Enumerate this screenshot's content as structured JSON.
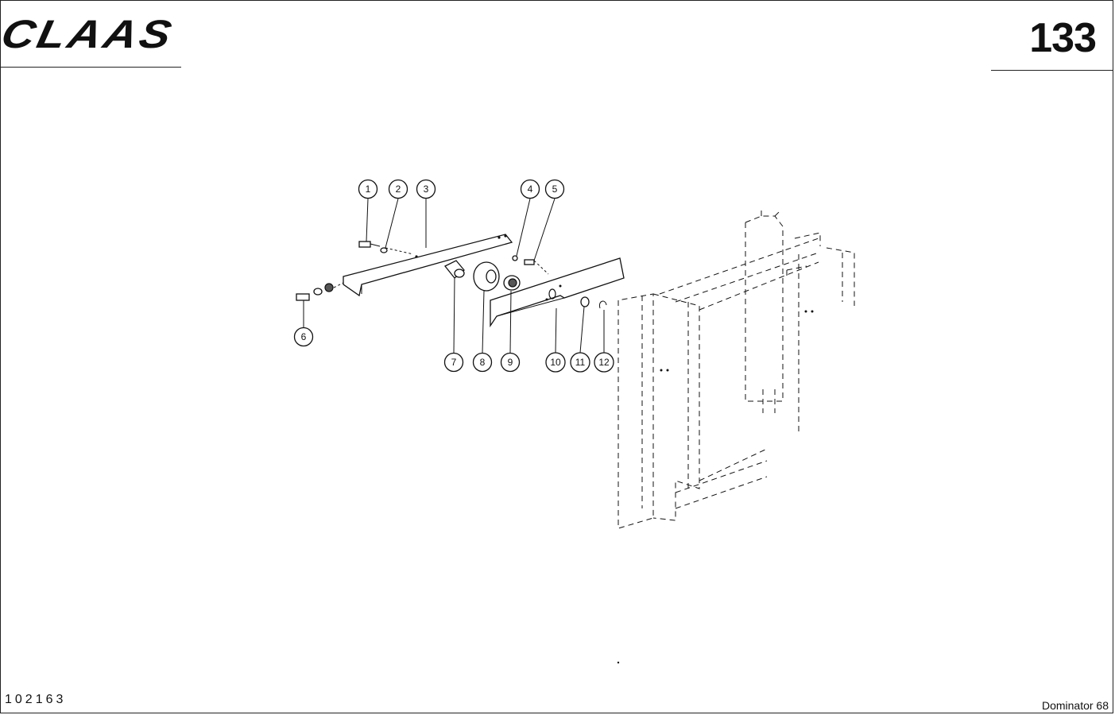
{
  "header": {
    "brand": "CLAAS",
    "page_number": "133"
  },
  "footer": {
    "drawing_number": "102163",
    "model": "Dominator 68"
  },
  "callouts": [
    "1",
    "2",
    "3",
    "4",
    "5",
    "6",
    "7",
    "8",
    "9",
    "10",
    "11",
    "12"
  ]
}
